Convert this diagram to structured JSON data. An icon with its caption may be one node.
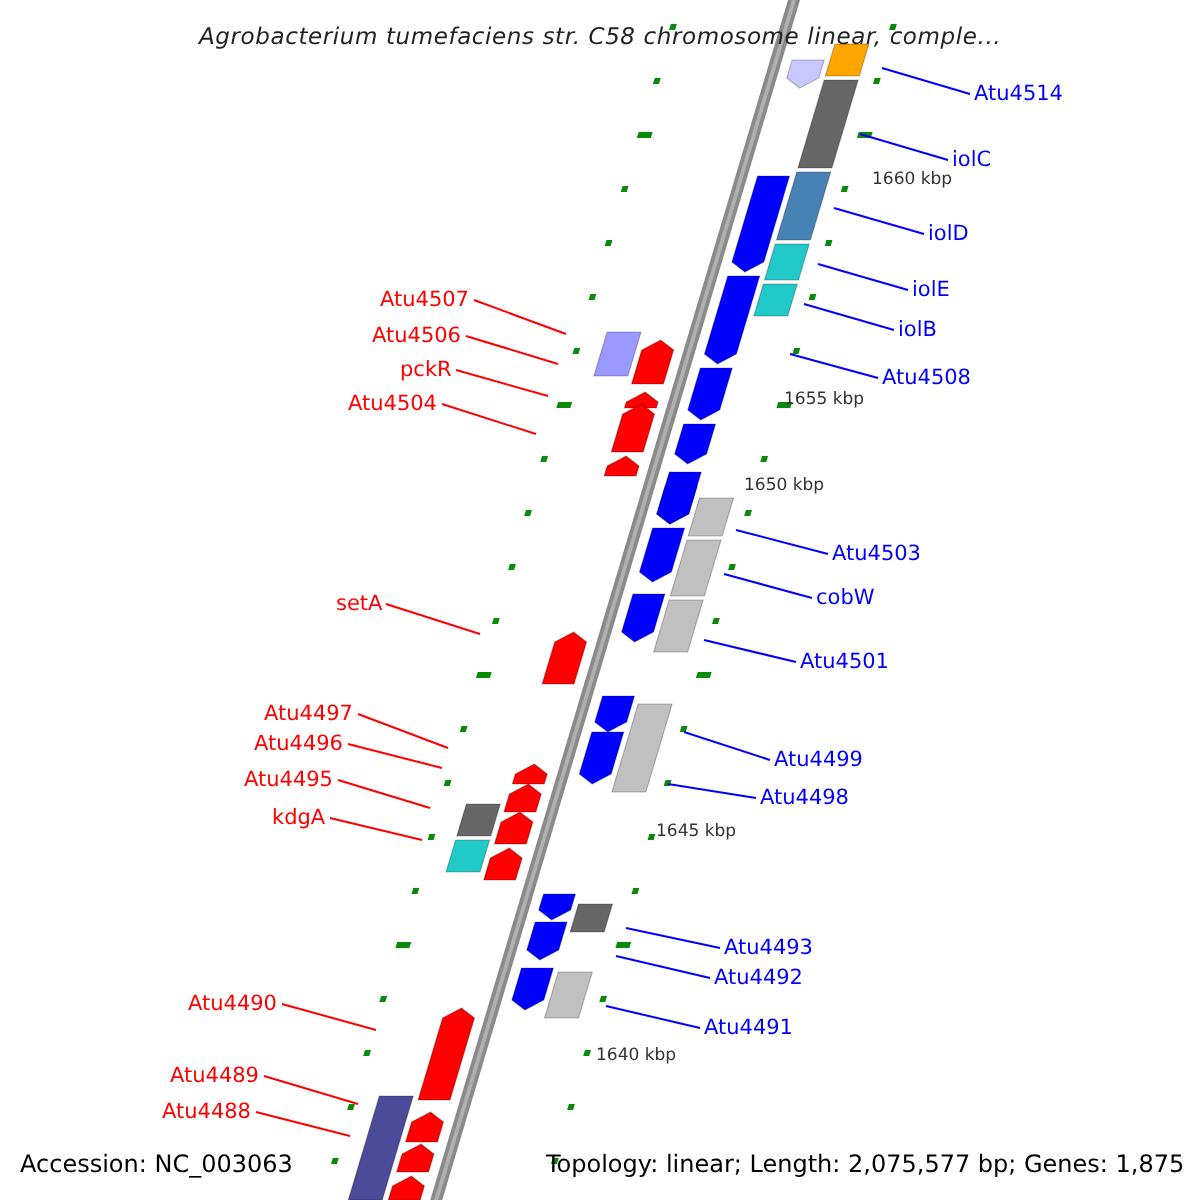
{
  "diagram": {
    "title": "Agrobacterium tumefaciens str. C58 chromosome linear, comple...",
    "nodes": [
      {
        "text": [
          "Atu4514"
        ]
      },
      {
        "text": [
          "iolC"
        ]
      },
      {
        "text": [
          "iolD"
        ]
      },
      {
        "text": [
          "iolE"
        ]
      },
      {
        "text": [
          "Atu4507"
        ]
      },
      {
        "text": [
          "iolB"
        ]
      },
      {
        "text": [
          "Atu4506"
        ]
      },
      {
        "text": [
          "pckR"
        ]
      },
      {
        "text": [
          "Atu4508"
        ]
      },
      {
        "text": [
          "Atu4504"
        ]
      },
      {
        "text": [
          "Atu4503"
        ]
      },
      {
        "text": [
          "cobW"
        ]
      },
      {
        "text": [
          "setA"
        ]
      },
      {
        "text": [
          "Atu4501"
        ]
      },
      {
        "text": [
          "Atu4497"
        ]
      },
      {
        "text": [
          "Atu4496"
        ]
      },
      {
        "text": [
          "Atu4499"
        ]
      },
      {
        "text": [
          "Atu4495"
        ]
      },
      {
        "text": [
          "Atu4498"
        ]
      },
      {
        "text": [
          "kdgA"
        ]
      },
      {
        "text": [
          "Atu4493"
        ]
      },
      {
        "text": [
          "Atu4492"
        ]
      },
      {
        "text": [
          "Atu4490"
        ]
      },
      {
        "text": [
          "Atu4491"
        ]
      },
      {
        "text": [
          "Atu4489"
        ]
      },
      {
        "text": [
          "Atu4488"
        ]
      }
    ],
    "edges": [
      {
        "from": 0,
        "to": null,
        "arrow": "none"
      },
      {
        "from": 1,
        "to": null,
        "arrow": "none"
      },
      {
        "from": 2,
        "to": null,
        "arrow": "none"
      },
      {
        "from": 3,
        "to": null,
        "arrow": "none"
      },
      {
        "from": 4,
        "to": null,
        "arrow": "none",
        "color": "#ff0000"
      },
      {
        "from": 5,
        "to": null,
        "arrow": "none"
      },
      {
        "from": 6,
        "to": null,
        "arrow": "none",
        "color": "#ff0000"
      },
      {
        "from": 7,
        "to": null,
        "arrow": "none",
        "color": "#ff0000"
      },
      {
        "from": 8,
        "to": null,
        "arrow": "none"
      },
      {
        "from": 9,
        "to": null,
        "arrow": "none",
        "color": "#ff0000"
      },
      {
        "from": 10,
        "to": null,
        "arrow": "none"
      },
      {
        "from": 11,
        "to": null,
        "arrow": "none"
      },
      {
        "from": 12,
        "to": null,
        "arrow": "none",
        "color": "#ff0000"
      },
      {
        "from": 13,
        "to": null,
        "arrow": "none"
      },
      {
        "from": 14,
        "to": null,
        "arrow": "none",
        "color": "#ff0000"
      },
      {
        "from": 15,
        "to": null,
        "arrow": "none",
        "color": "#ff0000"
      },
      {
        "from": 16,
        "to": null,
        "arrow": "none"
      },
      {
        "from": 17,
        "to": null,
        "arrow": "none",
        "color": "#ff0000"
      },
      {
        "from": 18,
        "to": null,
        "arrow": "none"
      },
      {
        "from": 19,
        "to": null,
        "arrow": "none",
        "color": "#ff0000"
      },
      {
        "from": 20,
        "to": null,
        "arrow": "none"
      },
      {
        "from": 21,
        "to": null,
        "arrow": "none"
      },
      {
        "from": 22,
        "to": null,
        "arrow": "none",
        "color": "#ff0000"
      },
      {
        "from": 23,
        "to": null,
        "arrow": "none"
      },
      {
        "from": 24,
        "to": null,
        "arrow": "none",
        "color": "#ff0000"
      },
      {
        "from": 25,
        "to": null,
        "arrow": "none",
        "color": "#ff0000"
      }
    ],
    "labels": [
      "1660 kbp",
      "1655 kbp",
      "1650 kbp",
      "1645 kbp",
      "1640 kbp",
      "Accession: NC_003063",
      "Topology: linear; Length: 2,075,577 bp; Genes: 1,875"
    ]
  }
}
